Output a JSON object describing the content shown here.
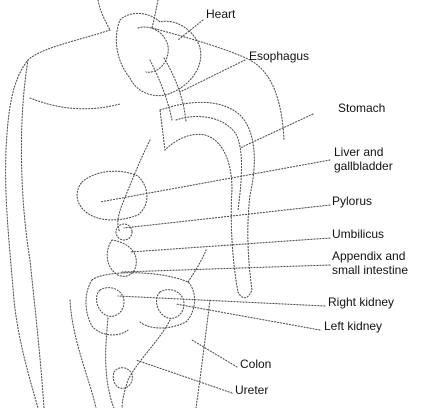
{
  "labels": {
    "heart": "Heart",
    "esophagus": "Esophagus",
    "stomach": "Stomach",
    "liver_line1": "Liver and",
    "liver_line2": "gallbladder",
    "pylorus": "Pylorus",
    "umbilicus": "Umbilicus",
    "appendix_line1": "Appendix and",
    "appendix_line2": "small intestine",
    "right_kidney": "Right kidney",
    "left_kidney": "Left kidney",
    "colon": "Colon",
    "ureter": "Ureter"
  },
  "colors": {
    "stroke": "#444444",
    "text": "#111111",
    "background": "#ffffff"
  }
}
